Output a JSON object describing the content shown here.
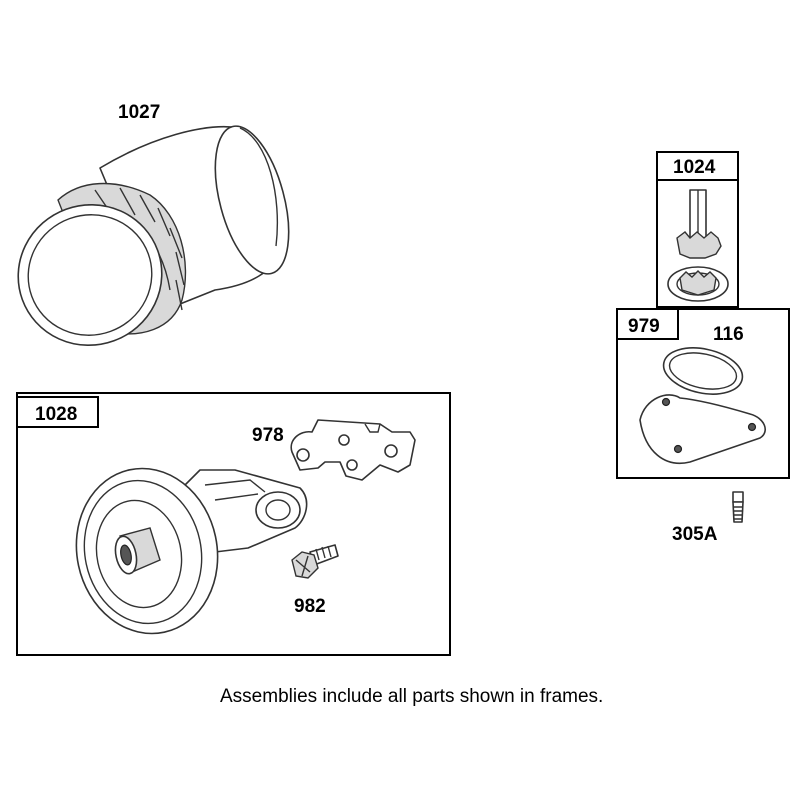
{
  "parts": {
    "oil_filter": "1027",
    "oil_pump_frame": "1024",
    "cover_frame": "979",
    "o_ring": "116",
    "screw": "305A",
    "adapter_frame": "1028",
    "bracket": "978",
    "fitting": "982"
  },
  "note": "Assemblies include all parts shown in frames."
}
